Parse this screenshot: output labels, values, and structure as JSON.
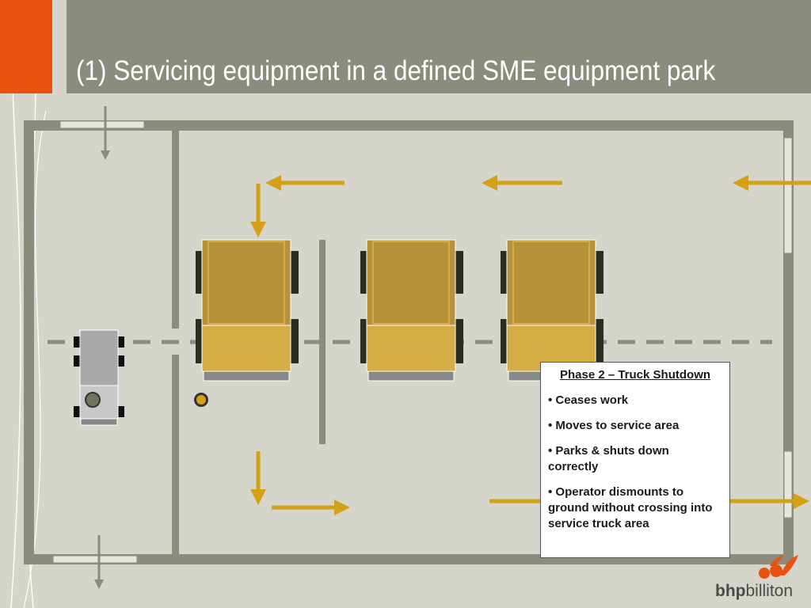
{
  "slide": {
    "title": "(1) Servicing equipment in a defined SME equipment park"
  },
  "info_box": {
    "title": "Phase 2 – Truck Shutdown",
    "items": [
      "• Ceases work",
      "• Moves to service area",
      "• Parks & shuts down correctly",
      "• Operator dismounts to ground without crossing into service truck area"
    ]
  },
  "logo": {
    "brand_bold": "bhp",
    "brand_regular": "billiton"
  },
  "colors": {
    "accent_orange": "#e8520f",
    "header_gray": "#8b8c7e",
    "arrow_gold": "#d4a017",
    "truck_yellow": "#d4ad44",
    "wall_gray": "#8b8c7e"
  }
}
